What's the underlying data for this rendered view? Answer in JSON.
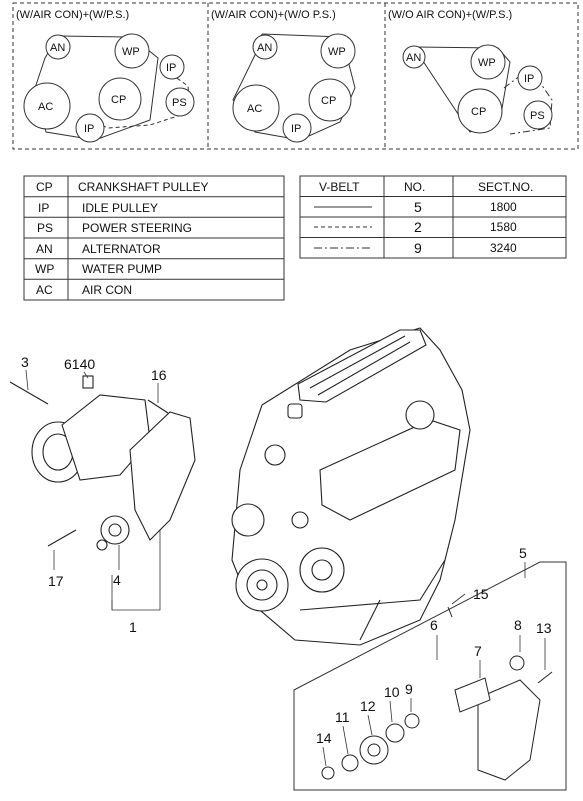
{
  "belt_panels": [
    {
      "title": "(W/AIR CON)+(W/P.S.)",
      "pulleys": [
        "AN",
        "WP",
        "IP",
        "AC",
        "CP",
        "PS",
        "IP"
      ]
    },
    {
      "title": "(W/AIR CON)+(W/O P.S.)",
      "pulleys": [
        "AN",
        "WP",
        "AC",
        "CP",
        "IP"
      ]
    },
    {
      "title": "(W/O AIR CON)+(W/P.S.)",
      "pulleys": [
        "AN",
        "WP",
        "IP",
        "CP",
        "PS"
      ]
    }
  ],
  "legend": [
    {
      "code": "CP",
      "name": "CRANKSHAFT PULLEY"
    },
    {
      "code": "IP",
      "name": "IDLE PULLEY"
    },
    {
      "code": "PS",
      "name": "POWER STEERING"
    },
    {
      "code": "AN",
      "name": "ALTERNATOR"
    },
    {
      "code": "WP",
      "name": "WATER PUMP"
    },
    {
      "code": "AC",
      "name": "AIR CON"
    }
  ],
  "vbelt": {
    "headers": [
      "V-BELT",
      "NO.",
      "SECT.NO."
    ],
    "rows": [
      {
        "style": "solid",
        "no": "5",
        "sect": "1800"
      },
      {
        "style": "dashed",
        "no": "2",
        "sect": "1580"
      },
      {
        "style": "dashdot",
        "no": "9",
        "sect": "3240"
      }
    ]
  },
  "callouts": [
    "3",
    "6140",
    "16",
    "17",
    "4",
    "1",
    "5",
    "15",
    "6",
    "8",
    "13",
    "7",
    "9",
    "10",
    "12",
    "11",
    "14"
  ]
}
